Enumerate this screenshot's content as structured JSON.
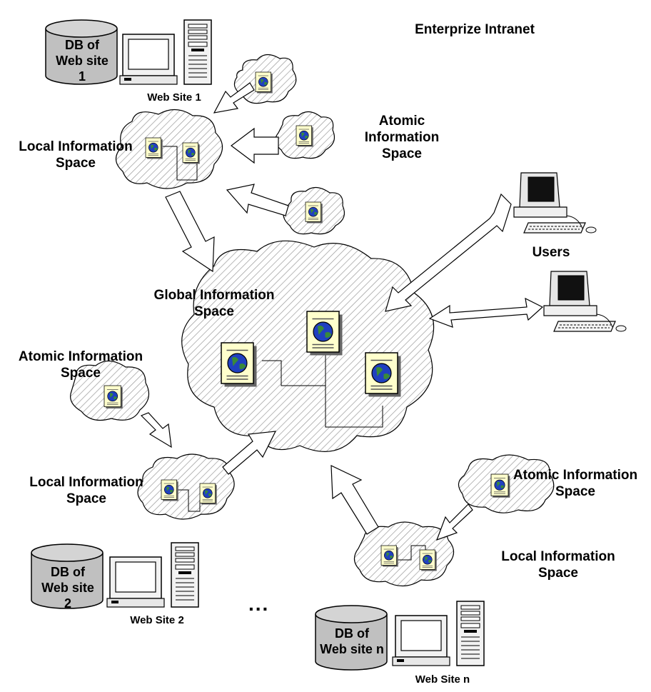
{
  "title": "Enterprize Intranet",
  "labels": {
    "web_site_1": "Web Site 1",
    "web_site_2": "Web Site 2",
    "web_site_n": "Web Site n",
    "db_1": "DB of Web site 1",
    "db_2": "DB of Web site 2",
    "db_n": "DB of Web site n",
    "local_1": "Local Information Space",
    "local_2": "Local Information Space",
    "local_n": "Local Information Space",
    "atomic_top": "Atomic Information Space",
    "atomic_left": "Atomic Information Space",
    "atomic_right": "Atomic Information Space",
    "global": "Global Information Space",
    "users": "Users",
    "ellipsis": "..."
  },
  "colors": {
    "cloud_hatch": "#9a9a9a",
    "document": "#ffffcc",
    "globe": "#2040c0",
    "land": "#3a8a3a",
    "db": "#c0c0c0",
    "monitor_screen": "#111111"
  }
}
